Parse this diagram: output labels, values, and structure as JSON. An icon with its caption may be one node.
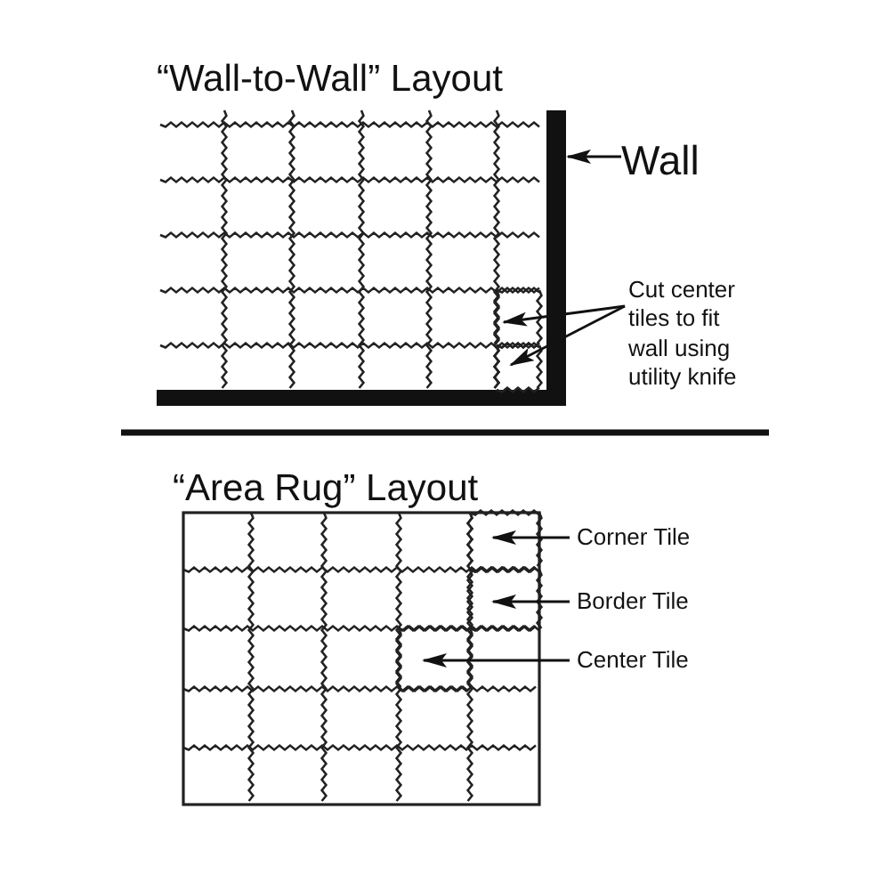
{
  "diagram": {
    "nodes": [
      {
        "text": [
          "Wall"
        ]
      },
      {
        "text": [],
        "shape": "bar"
      },
      {
        "text": [
          "Cut center tiles to fit wall using utility knife"
        ]
      },
      {
        "text": [],
        "shape": "box"
      },
      {
        "text": [],
        "shape": "box"
      },
      {
        "text": [
          "Corner Tile"
        ]
      },
      {
        "text": [],
        "shape": "box"
      },
      {
        "text": [
          "Border Tile"
        ]
      },
      {
        "text": [],
        "shape": "box"
      },
      {
        "text": [
          "Center Tile"
        ]
      },
      {
        "text": [],
        "shape": "box"
      }
    ],
    "edges": [
      {
        "from": 0,
        "to": 1,
        "arrow": "to"
      },
      {
        "from": 2,
        "to": 3,
        "arrow": "to"
      },
      {
        "from": 2,
        "to": 4,
        "arrow": "to"
      },
      {
        "from": 5,
        "to": 6,
        "arrow": "to"
      },
      {
        "from": 7,
        "to": 8,
        "arrow": "to"
      },
      {
        "from": 9,
        "to": 10,
        "arrow": "to"
      }
    ],
    "labels": [
      "“Wall-to-Wall” Layout",
      "“Area Rug” Layout"
    ]
  }
}
